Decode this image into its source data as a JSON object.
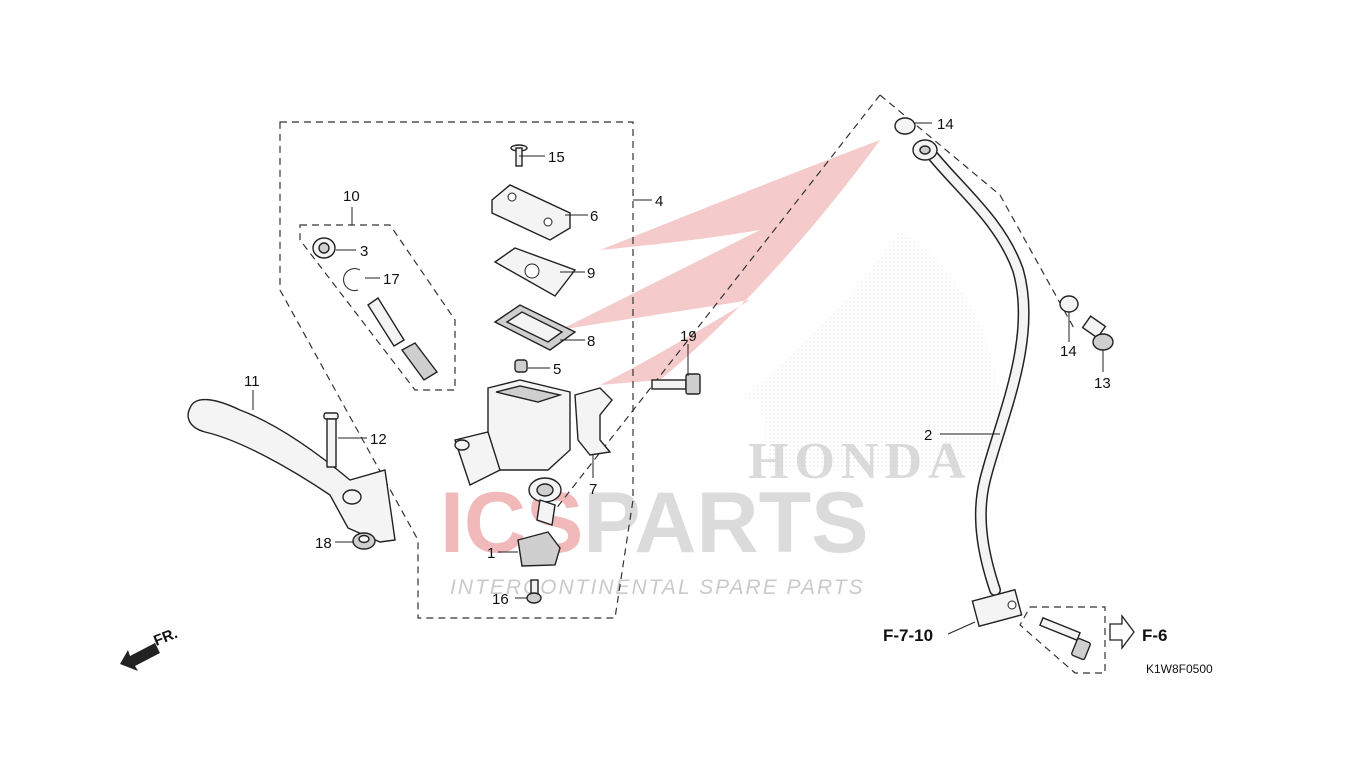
{
  "diagram": {
    "part_code": "K1W8F0500",
    "direction_label": "FR.",
    "callouts": [
      "1",
      "2",
      "3",
      "4",
      "5",
      "6",
      "7",
      "8",
      "9",
      "10",
      "11",
      "12",
      "13",
      "14",
      "14",
      "15",
      "16",
      "17",
      "18",
      "19"
    ],
    "references": {
      "left": "F-7-10",
      "right": "F-6"
    }
  },
  "watermark": {
    "brand": "ICSPARTS",
    "brand_prefix": "ICS",
    "brand_suffix": "PARTS",
    "tagline": "INTERCONTINENTAL SPARE PARTS",
    "maker": "HONDA",
    "accent_color": "#d83a3a",
    "grey_color": "#bdbdbd"
  }
}
